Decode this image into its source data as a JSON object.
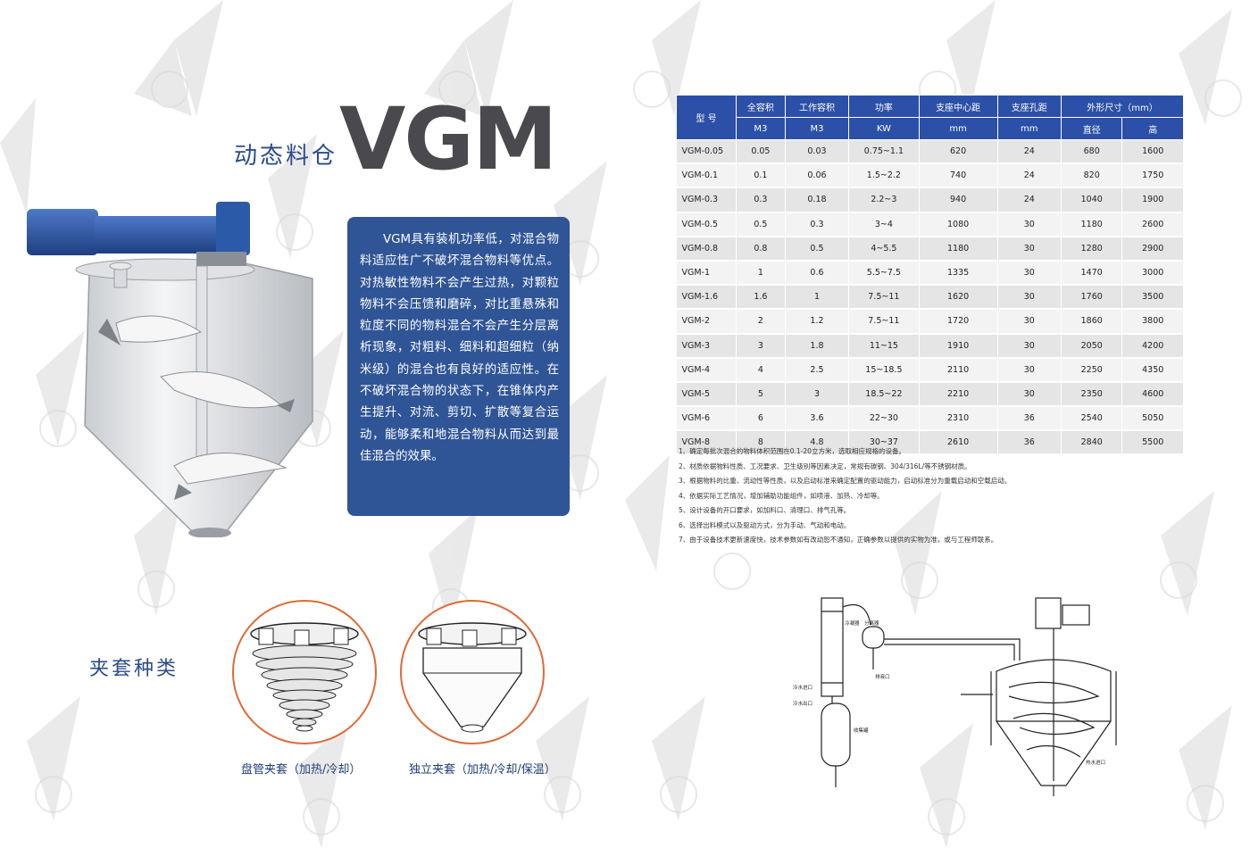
{
  "left": {
    "subtitle": "动态料仓",
    "title": "VGM",
    "description": "VGM具有装机功率低，对混合物料适应性广不破坏混合物料等优点。对热敏性物料不会产生过热，对颗粒物料不会压馈和磨碎，对比重悬殊和粒度不同的物料混合不会产生分层离析现象，对粗料、细料和超细粒（纳米级）的混合也有良好的适应性。在不破坏混合物的状态下，在锥体内产生提升、对流、剪切、扩散等复合运动，能够柔和地混合物料从而达到最佳混合的效果。",
    "jacket_title": "夹套种类",
    "jacket_types": [
      {
        "caption": "盘管夹套（加热/冷却）"
      },
      {
        "caption": "独立夹套（加热/冷却/保温）"
      }
    ]
  },
  "table": {
    "model_header": "型  号",
    "headers_top": [
      "全容积",
      "工作容积",
      "功率",
      "支座中心距",
      "支座孔距",
      "外形尺寸（mm）"
    ],
    "headers_bottom": [
      "M3",
      "M3",
      "KW",
      "mm",
      "mm",
      "直径",
      "高"
    ],
    "rows": [
      [
        "VGM-0.05",
        "0.05",
        "0.03",
        "0.75~1.1",
        "620",
        "24",
        "680",
        "1600"
      ],
      [
        "VGM-0.1",
        "0.1",
        "0.06",
        "1.5~2.2",
        "740",
        "24",
        "820",
        "1750"
      ],
      [
        "VGM-0.3",
        "0.3",
        "0.18",
        "2.2~3",
        "940",
        "24",
        "1040",
        "1900"
      ],
      [
        "VGM-0.5",
        "0.5",
        "0.3",
        "3~4",
        "1080",
        "30",
        "1180",
        "2600"
      ],
      [
        "VGM-0.8",
        "0.8",
        "0.5",
        "4~5.5",
        "1180",
        "30",
        "1280",
        "2900"
      ],
      [
        "VGM-1",
        "1",
        "0.6",
        "5.5~7.5",
        "1335",
        "30",
        "1470",
        "3000"
      ],
      [
        "VGM-1.6",
        "1.6",
        "1",
        "7.5~11",
        "1620",
        "30",
        "1760",
        "3500"
      ],
      [
        "VGM-2",
        "2",
        "1.2",
        "7.5~11",
        "1720",
        "30",
        "1860",
        "3800"
      ],
      [
        "VGM-3",
        "3",
        "1.8",
        "11~15",
        "1910",
        "30",
        "2050",
        "4200"
      ],
      [
        "VGM-4",
        "4",
        "2.5",
        "15~18.5",
        "2110",
        "30",
        "2250",
        "4350"
      ],
      [
        "VGM-5",
        "5",
        "3",
        "18.5~22",
        "2210",
        "30",
        "2350",
        "4600"
      ],
      [
        "VGM-6",
        "6",
        "3.6",
        "22~30",
        "2310",
        "36",
        "2540",
        "5050"
      ],
      [
        "VGM-8",
        "8",
        "4.8",
        "30~37",
        "2610",
        "36",
        "2840",
        "5500"
      ]
    ]
  },
  "notes": [
    "1、确定每批次混合的物料体积范围在0.1-20立方米，选取相应规格的设备。",
    "2、材质依据物料性质、工况要求、卫生级别等因素决定，常规有碳钢、304/316L/等不锈钢材质。",
    "3、根据物料的比重、流动性等性质，以及启动标准来确定配置的驱动能力，启动标准分为重载启动和空载启动。",
    "4、依据实际工艺情况，增加辅助功能组件，如喷液、加热、冷却等。",
    "5、设计设备的开口要求，如加料口、清理口、排气孔等。",
    "6、选择出料模式以及驱动方式，分为手动、气动和电动。",
    "7、由于设备技术更新速度快，技术参数如有改动恕不通知，正确参数以提供的实物为准，或与工程师联系。"
  ],
  "diagram_labels": {
    "condenser": "冷凝器",
    "separator": "分离器",
    "cold_water_inlet": "冷水进口",
    "outlet": "排液口",
    "cold_water_outlet": "冷水出口",
    "receiver": "收集罐",
    "heat_inlet": "热水进口"
  }
}
